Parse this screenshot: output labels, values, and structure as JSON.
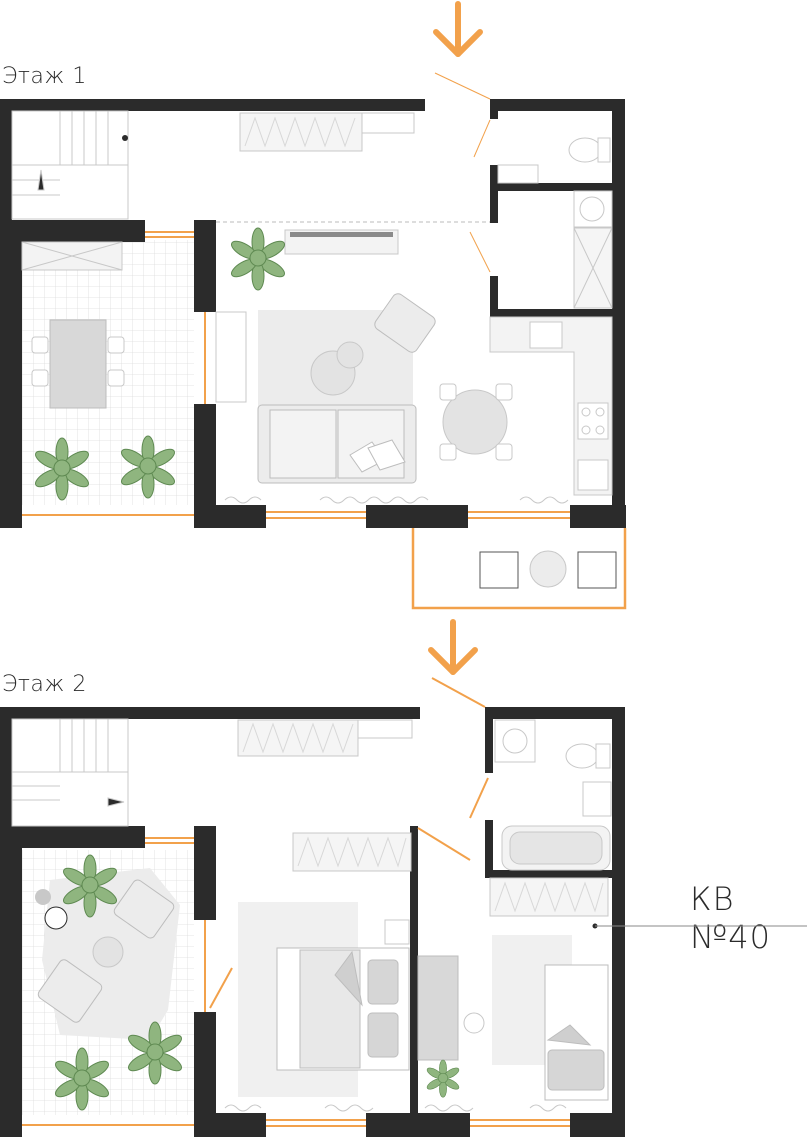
{
  "floors": [
    {
      "label": "Этаж 1"
    },
    {
      "label": "Этаж 2"
    }
  ],
  "apartment": {
    "label": "КВ №40"
  },
  "colors": {
    "wall": "#2b2b2b",
    "accent": "#f2a14b",
    "furniture": "#e8e8e8",
    "plant": "#8fb57f",
    "tile_grid": "#d9d9d9"
  },
  "icons": [
    "entrance-arrow-icon",
    "plant-icon",
    "stairs-icon"
  ]
}
